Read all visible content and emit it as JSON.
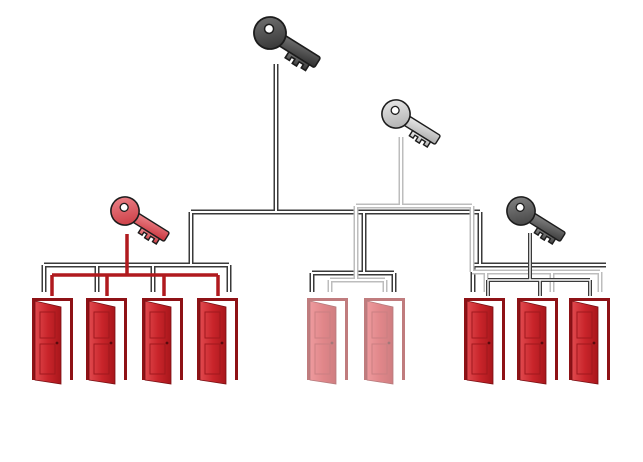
{
  "diagram": {
    "keys": [
      {
        "id": "master-key",
        "tier": "master",
        "color": "#4a4a4a"
      },
      {
        "id": "submaster-key",
        "tier": "submaster",
        "color": "#c8c8c8"
      },
      {
        "id": "red-group-key",
        "tier": "group",
        "color": "#d9525a"
      },
      {
        "id": "right-group-key",
        "tier": "group",
        "color": "#5a5a5a"
      }
    ],
    "doors": [
      {
        "group": "red",
        "opened_by": [
          "master-key",
          "red-group-key"
        ],
        "faded": false
      },
      {
        "group": "red",
        "opened_by": [
          "master-key",
          "red-group-key"
        ],
        "faded": false
      },
      {
        "group": "red",
        "opened_by": [
          "master-key",
          "red-group-key"
        ],
        "faded": false
      },
      {
        "group": "red",
        "opened_by": [
          "master-key",
          "red-group-key"
        ],
        "faded": false
      },
      {
        "group": "middle",
        "opened_by": [
          "master-key",
          "submaster-key"
        ],
        "faded": true
      },
      {
        "group": "middle",
        "opened_by": [
          "master-key",
          "submaster-key"
        ],
        "faded": true
      },
      {
        "group": "right",
        "opened_by": [
          "master-key",
          "submaster-key",
          "right-group-key"
        ],
        "faded": false
      },
      {
        "group": "right",
        "opened_by": [
          "master-key",
          "submaster-key",
          "right-group-key"
        ],
        "faded": false
      },
      {
        "group": "right",
        "opened_by": [
          "master-key",
          "submaster-key",
          "right-group-key"
        ],
        "faded": false
      }
    ],
    "colors": {
      "door": "#c9252b",
      "door_dark": "#8e1216",
      "door_faded": "#d98b8e",
      "wire_dark": "#3a3a3a",
      "wire_light": "#bdbdbd",
      "wire_red": "#b01a1e"
    }
  }
}
